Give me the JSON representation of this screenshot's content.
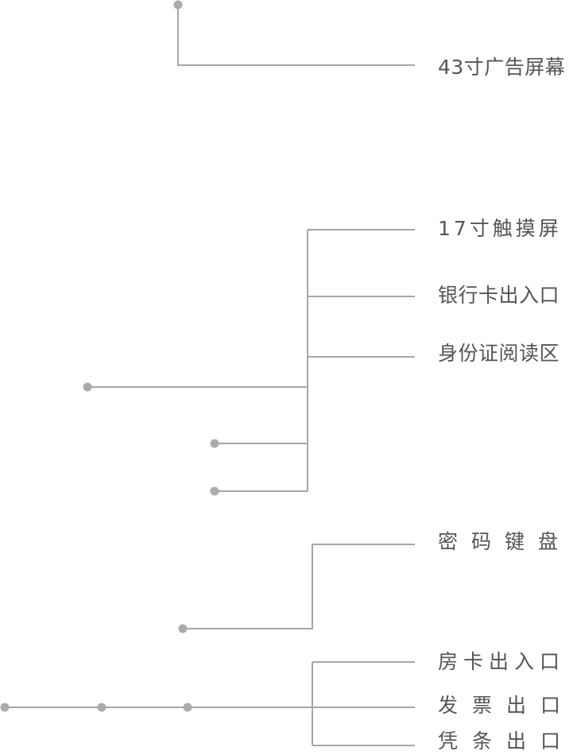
{
  "labels": {
    "ad_screen": "43寸广告屏幕",
    "touch_screen": "17寸触摸屏",
    "bank_card_slot": "银行卡出入口",
    "id_reader": "身份证阅读区",
    "pin_pad": "密码键盘",
    "room_card_slot": "房卡出入口",
    "invoice_outlet": "发票出口",
    "receipt_outlet": "凭条出口"
  },
  "colors": {
    "line": "#a6a6a6",
    "dot": "#ababab",
    "text": "#555555"
  }
}
